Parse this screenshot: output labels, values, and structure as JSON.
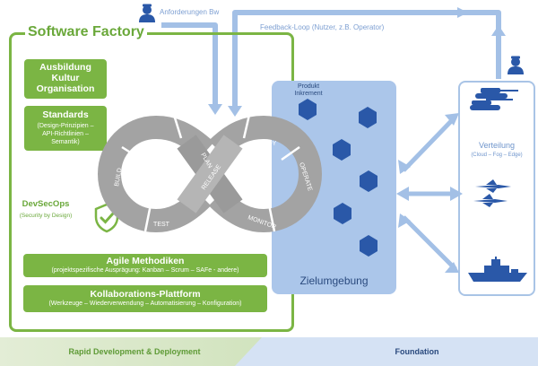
{
  "factory": {
    "title": "Software Factory",
    "boxes": [
      {
        "title": "Ausbildung",
        "title2": "Kultur",
        "title3": "Organisation"
      },
      {
        "title": "Standards",
        "sub1": "(Design-Prinzipien –",
        "sub2": "API-Richtlinien –",
        "sub3": "Semantik)"
      }
    ],
    "devsecops": {
      "title": "DevSecOps",
      "sub": "(Security by Design)"
    },
    "agile": {
      "title": "Agile Methodiken",
      "sub": "(projektspezifische Ausprägung: Kanban – Scrum – SAFe - andere)"
    },
    "platform": {
      "title": "Kollaborations-Plattform",
      "sub": "(Werkzeuge – Wiederverwendung – Automatisierung – Konfiguration)"
    }
  },
  "loop": {
    "code": "CODE",
    "build": "BUILD",
    "test": "TEST",
    "plan": "PLAN",
    "release": "RELEASE",
    "deploy": "DEPLOY",
    "operate": "OPERATE",
    "monitor": "MONITOR"
  },
  "top": {
    "anforderungen": "Anforderungen Bw",
    "feedback": "Feedback-Loop (Nutzer, z.B. Operator)"
  },
  "ziel": {
    "label": "Zielumgebung",
    "produkt1": "Produkt",
    "produkt2": "Inkrement"
  },
  "verteilung": {
    "title": "Verteilung",
    "sub": "(Cloud – Fog – Edge)"
  },
  "footer": {
    "left": "Rapid Development & Deployment",
    "right": "Foundation"
  },
  "colors": {
    "green": "#7bb544",
    "blue_light": "#abc6ea",
    "blue_dark": "#2a58a8",
    "arrow": "#a3c0e6"
  }
}
